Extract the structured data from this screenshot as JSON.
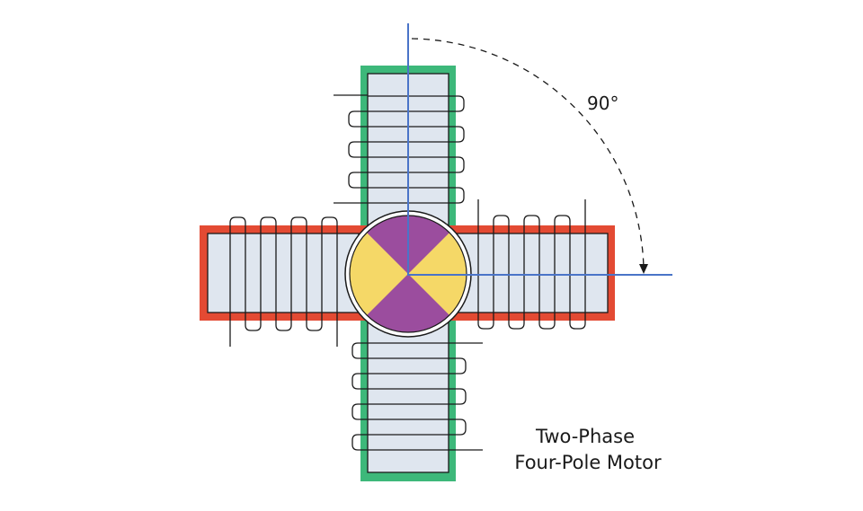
{
  "diagram": {
    "angle_label": "90°",
    "caption_line1": "Two-Phase",
    "caption_line2": "Four-Pole Motor"
  },
  "colors": {
    "phase_a_frame": "#3db87a",
    "phase_b_frame": "#e34a33",
    "pole_fill": "#dfe6ef",
    "rotor_north": "#9b4d9e",
    "rotor_south": "#f5d867",
    "axis_line": "#4a74c8",
    "wire": "#1a1a1a"
  }
}
